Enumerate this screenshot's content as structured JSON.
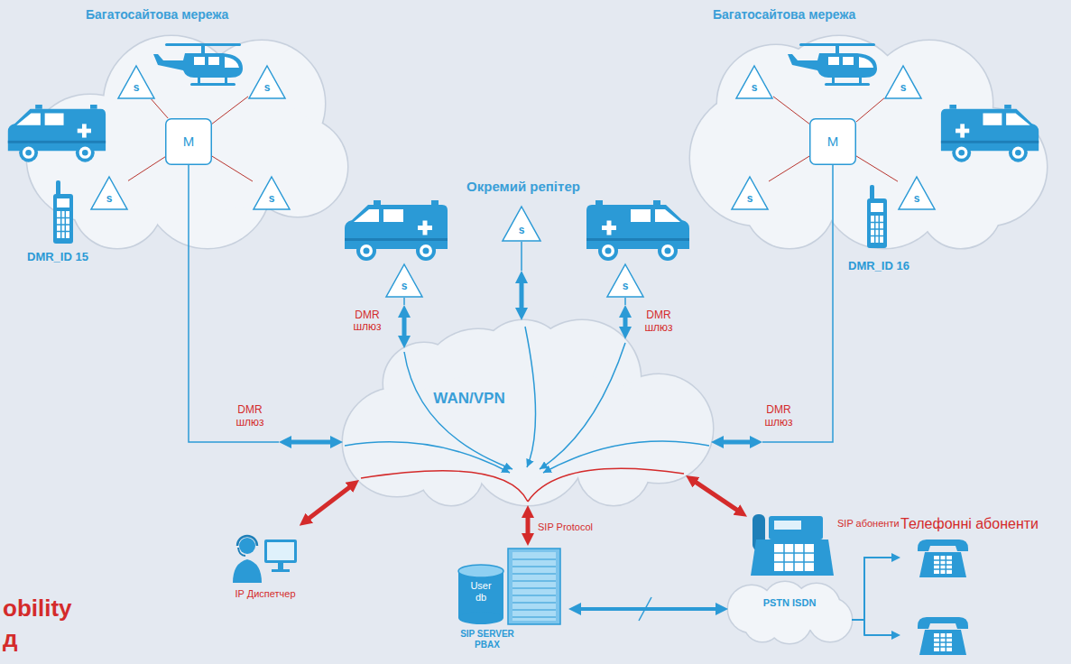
{
  "diagram": {
    "nodes": [
      {
        "text": [
          "Багатосайтова мережа"
        ]
      },
      {
        "text": [
          "M"
        ],
        "in": 0
      },
      {
        "text": [
          "s"
        ],
        "in": 0
      },
      {
        "text": [
          "s"
        ],
        "in": 0
      },
      {
        "text": [
          "s"
        ],
        "in": 0
      },
      {
        "text": [
          "s"
        ],
        "in": 0
      },
      {
        "text": [
          "Багатосайтова мережа"
        ]
      },
      {
        "text": [
          "M"
        ],
        "in": 6
      },
      {
        "text": [
          "s"
        ],
        "in": 6
      },
      {
        "text": [
          "s"
        ],
        "in": 6
      },
      {
        "text": [
          "s"
        ],
        "in": 6
      },
      {
        "text": [
          "s"
        ],
        "in": 6
      },
      {
        "text": [
          "s"
        ]
      },
      {
        "text": [
          "s"
        ]
      },
      {
        "text": [
          "s"
        ]
      },
      {
        "text": [
          "WAN/VPN"
        ]
      },
      {
        "text": [
          "IP Диспетчер"
        ]
      },
      {
        "text": [
          "User db",
          "SIP SERVER PBAX"
        ]
      },
      {
        "text": [
          "SIP абоненти"
        ]
      },
      {
        "text": [
          "PSTN ISDN"
        ]
      },
      {
        "text": [
          "Телефонні абоненти"
        ]
      }
    ],
    "edges": [
      {
        "from": 1,
        "to": 2,
        "arrow": "none"
      },
      {
        "from": 1,
        "to": 3,
        "arrow": "none"
      },
      {
        "from": 1,
        "to": 4,
        "arrow": "none"
      },
      {
        "from": 1,
        "to": 5,
        "arrow": "none"
      },
      {
        "from": 7,
        "to": 8,
        "arrow": "none"
      },
      {
        "from": 7,
        "to": 9,
        "arrow": "none"
      },
      {
        "from": 7,
        "to": 10,
        "arrow": "none"
      },
      {
        "from": 7,
        "to": 11,
        "arrow": "none"
      },
      {
        "from": 1,
        "to": 15,
        "arrow": "both",
        "label": "DMR шлюз"
      },
      {
        "from": 12,
        "to": 15,
        "arrow": "both"
      },
      {
        "from": 13,
        "to": 15,
        "arrow": "both",
        "label": "DMR шлюз"
      },
      {
        "from": 14,
        "to": 15,
        "arrow": "both",
        "label": "DMR шлюз"
      },
      {
        "from": 7,
        "to": 15,
        "arrow": "both",
        "label": "DMR шлюз"
      },
      {
        "from": 15,
        "to": 16,
        "arrow": "both"
      },
      {
        "from": 15,
        "to": 17,
        "arrow": "both",
        "label": "SIP Protocol"
      },
      {
        "from": 15,
        "to": 18,
        "arrow": "both"
      },
      {
        "from": 17,
        "to": 19,
        "arrow": "both"
      },
      {
        "from": 19,
        "to": 20,
        "arrow": "to"
      }
    ],
    "labels": [
      "DMR_ID 15",
      "DMR_ID 16",
      "Окремий репітер",
      "obility",
      "д"
    ]
  }
}
